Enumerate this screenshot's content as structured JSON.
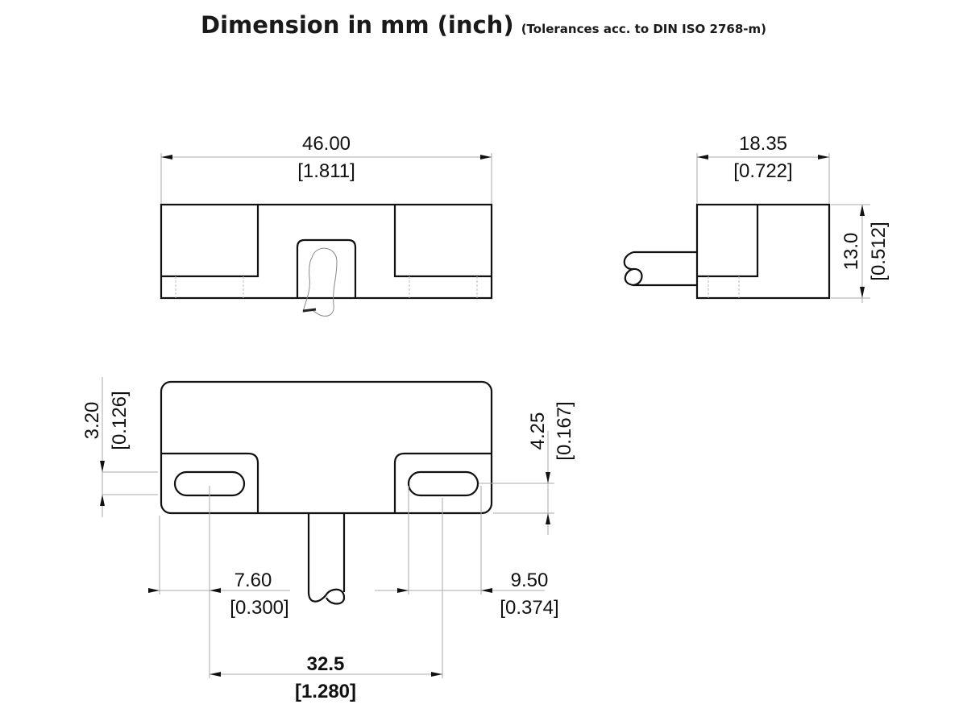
{
  "header": {
    "title": "Dimension in mm (inch)",
    "subtitle": "(Tolerances acc. to DIN ISO 2768-m)"
  },
  "front_view": {
    "width": {
      "mm": "46.00",
      "inch": "[1.811]"
    }
  },
  "side_view": {
    "width": {
      "mm": "18.35",
      "inch": "[0.722]"
    },
    "height": {
      "mm": "13.0",
      "inch": "[0.512]"
    }
  },
  "bottom_view": {
    "left_slot_offset": {
      "mm": "3.20",
      "inch": "[0.126]"
    },
    "right_slot_offset": {
      "mm": "4.25",
      "inch": "[0.167]"
    },
    "left_edge_to_slot": {
      "mm": "7.60",
      "inch": "[0.300]"
    },
    "right_edge_to_slot": {
      "mm": "9.50",
      "inch": "[0.374]"
    },
    "slot_spacing": {
      "mm": "32.5",
      "inch": "[1.280]"
    }
  },
  "colors": {
    "line": "#111111",
    "dimension_line": "#aaaaaa",
    "background": "#ffffff"
  }
}
